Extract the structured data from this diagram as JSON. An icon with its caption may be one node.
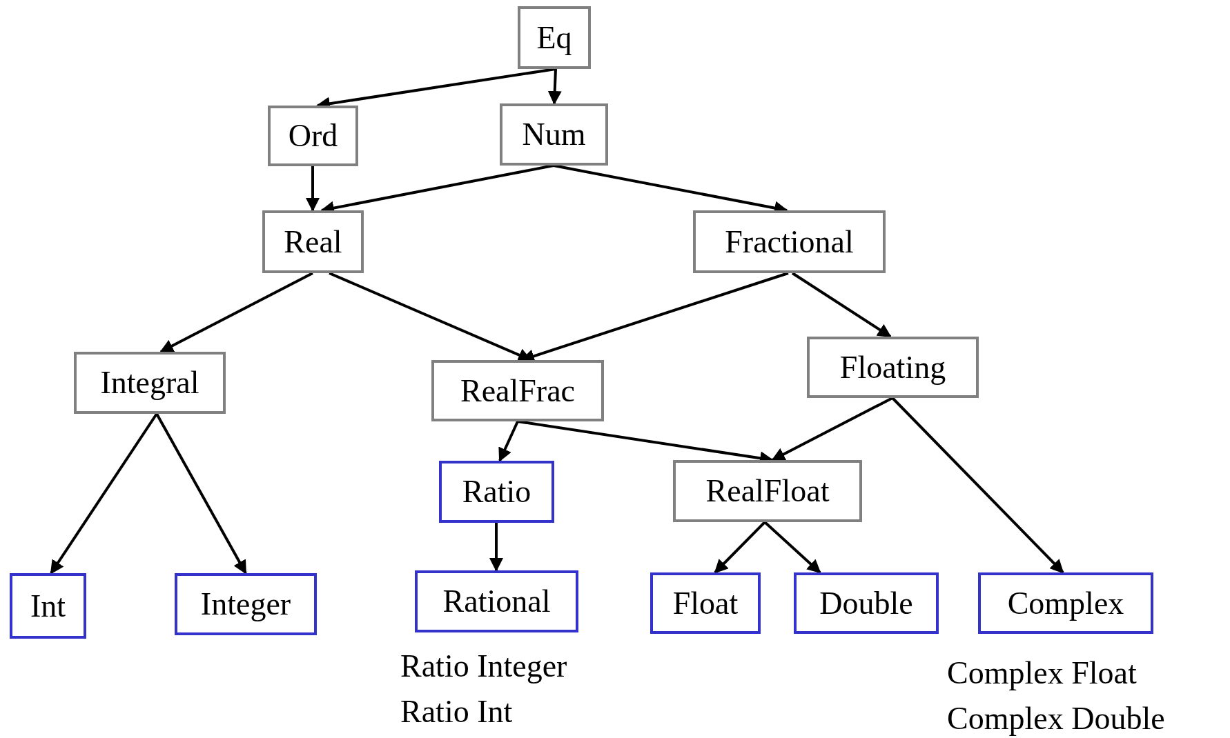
{
  "diagram": {
    "nodes": [
      {
        "text": [
          "Eq"
        ]
      },
      {
        "text": [
          "Ord"
        ]
      },
      {
        "text": [
          "Num"
        ]
      },
      {
        "text": [
          "Real"
        ]
      },
      {
        "text": [
          "Fractional"
        ]
      },
      {
        "text": [
          "Integral"
        ]
      },
      {
        "text": [
          "RealFrac"
        ]
      },
      {
        "text": [
          "Floating"
        ]
      },
      {
        "text": [
          "Ratio"
        ]
      },
      {
        "text": [
          "RealFloat"
        ]
      },
      {
        "text": [
          "Int"
        ]
      },
      {
        "text": [
          "Integer"
        ]
      },
      {
        "text": [
          "Rational"
        ],
        "beside": [
          "Ratio Integer",
          "Ratio Int"
        ]
      },
      {
        "text": [
          "Float"
        ]
      },
      {
        "text": [
          "Double"
        ]
      },
      {
        "text": [
          "Complex"
        ],
        "beside": [
          "Complex Float",
          "Complex Double"
        ]
      }
    ],
    "edges": [
      {
        "from": 0,
        "to": 1,
        "arrow": "to"
      },
      {
        "from": 0,
        "to": 2,
        "arrow": "to"
      },
      {
        "from": 1,
        "to": 3,
        "arrow": "to"
      },
      {
        "from": 2,
        "to": 3,
        "arrow": "to"
      },
      {
        "from": 2,
        "to": 4,
        "arrow": "to"
      },
      {
        "from": 3,
        "to": 5,
        "arrow": "to"
      },
      {
        "from": 3,
        "to": 6,
        "arrow": "to"
      },
      {
        "from": 4,
        "to": 6,
        "arrow": "to"
      },
      {
        "from": 4,
        "to": 7,
        "arrow": "to"
      },
      {
        "from": 5,
        "to": 10,
        "arrow": "to"
      },
      {
        "from": 5,
        "to": 11,
        "arrow": "to"
      },
      {
        "from": 6,
        "to": 8,
        "arrow": "to"
      },
      {
        "from": 6,
        "to": 9,
        "arrow": "to"
      },
      {
        "from": 7,
        "to": 9,
        "arrow": "to"
      },
      {
        "from": 7,
        "to": 15,
        "arrow": "to"
      },
      {
        "from": 8,
        "to": 12,
        "arrow": "to"
      },
      {
        "from": 9,
        "to": 13,
        "arrow": "to"
      },
      {
        "from": 9,
        "to": 14,
        "arrow": "to"
      }
    ]
  }
}
